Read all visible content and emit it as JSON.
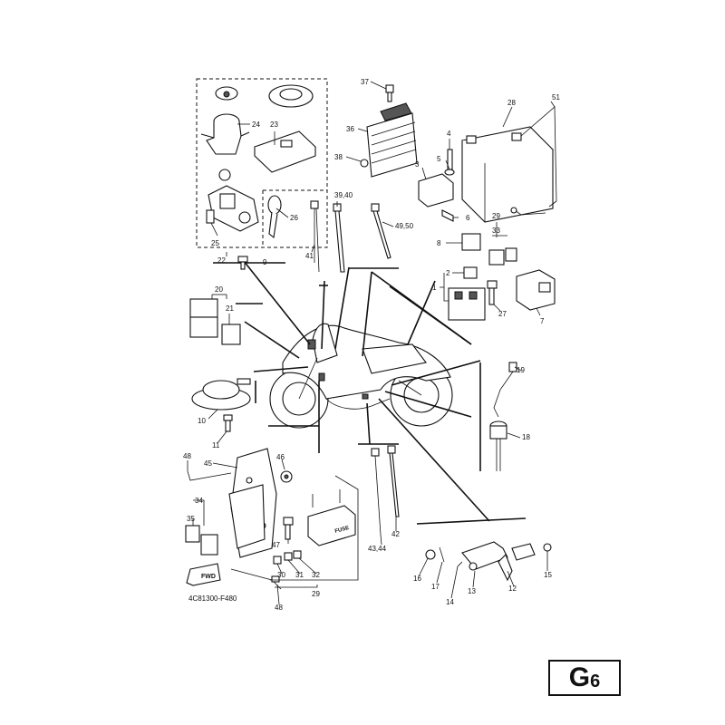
{
  "page_tag": {
    "letter": "G",
    "number": "6"
  },
  "drawing_code": "4C81300-F480",
  "fwd_label": "FWD",
  "fuse_label": "FUSE",
  "callouts": {
    "c1": "1",
    "c2": "2",
    "c3": "3",
    "c4": "4",
    "c5": "5",
    "c6": "6",
    "c7": "7",
    "c8": "8",
    "c9": "9",
    "c10": "10",
    "c11": "11",
    "c12": "12",
    "c13": "13",
    "c14": "14",
    "c15": "15",
    "c16": "16",
    "c17": "17",
    "c18": "18",
    "c19": "19",
    "c20": "20",
    "c21": "21",
    "c22": "22",
    "c23": "23",
    "c24": "24",
    "c25": "25",
    "c26": "26",
    "c27": "27",
    "c28": "28",
    "c29a": "29",
    "c29b": "29",
    "c30": "30",
    "c31": "31",
    "c32": "32",
    "c33": "33",
    "c34": "34",
    "c35": "35",
    "c36": "36",
    "c37": "37",
    "c38": "38",
    "c3940": "39,40",
    "c41": "41",
    "c42": "42",
    "c4344": "43,44",
    "c45": "45",
    "c46": "46",
    "c47": "47",
    "c48a": "48",
    "c48b": "48",
    "c4950": "49,50",
    "c51": "51"
  }
}
